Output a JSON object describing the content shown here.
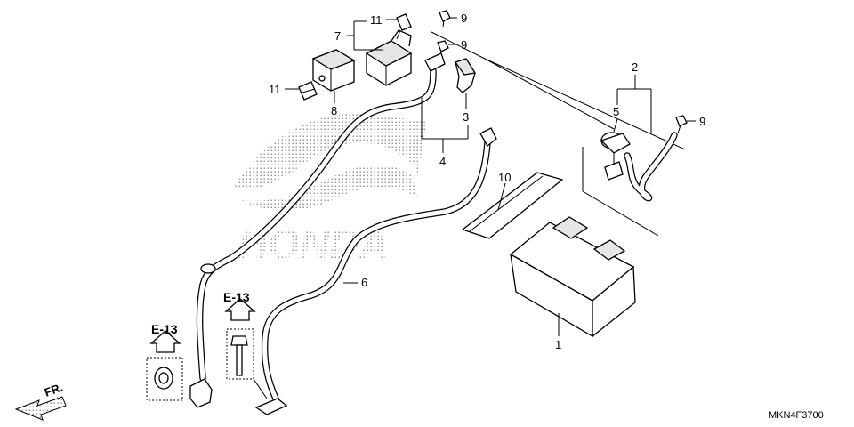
{
  "callouts": {
    "p1": "1",
    "p2": "2",
    "p3": "3",
    "p4": "4",
    "p5": "5",
    "p6": "6",
    "p7": "7",
    "p8": "8",
    "p9a": "9",
    "p9b": "9",
    "p9c": "9",
    "p10": "10",
    "p11a": "11",
    "p11b": "11"
  },
  "references": {
    "left": "E-13",
    "right": "E-13"
  },
  "direction": "FR.",
  "diagram_code": "MKN4F3700",
  "watermark": "HONDA"
}
